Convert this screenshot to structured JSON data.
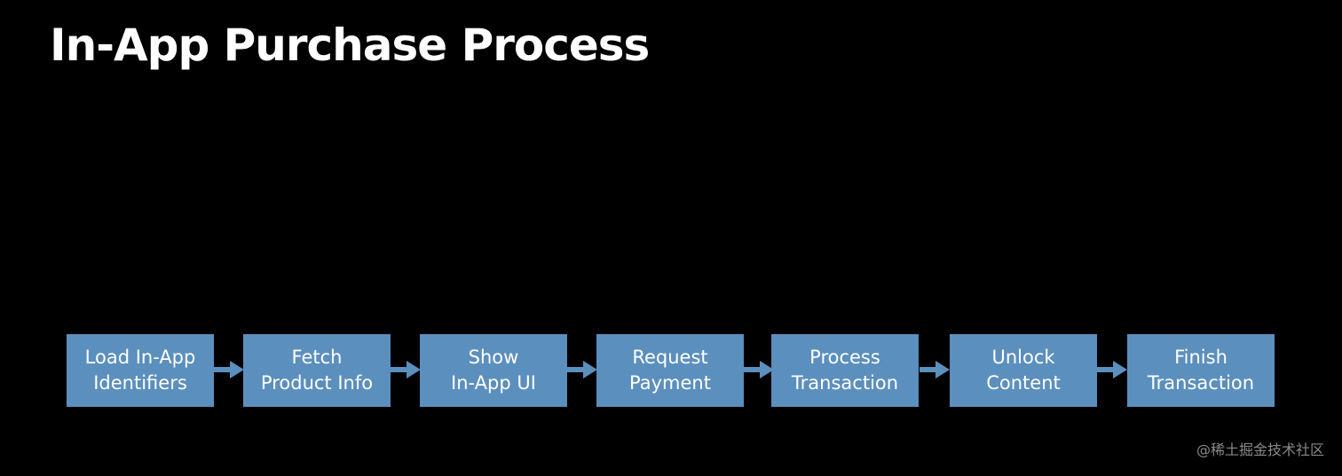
{
  "title": "In-App Purchase Process",
  "colors": {
    "background": "#000000",
    "step_fill": "#5b8fbe",
    "arrow": "#5b8fbe",
    "text": "#ffffff",
    "watermark": "#8a8a8a"
  },
  "steps": [
    {
      "label": "Load In-App\nIdentifiers"
    },
    {
      "label": "Fetch\nProduct Info"
    },
    {
      "label": "Show\nIn-App UI"
    },
    {
      "label": "Request\nPayment"
    },
    {
      "label": "Process\nTransaction"
    },
    {
      "label": "Unlock\nContent"
    },
    {
      "label": "Finish\nTransaction"
    }
  ],
  "watermark": "@稀土掘金技术社区"
}
